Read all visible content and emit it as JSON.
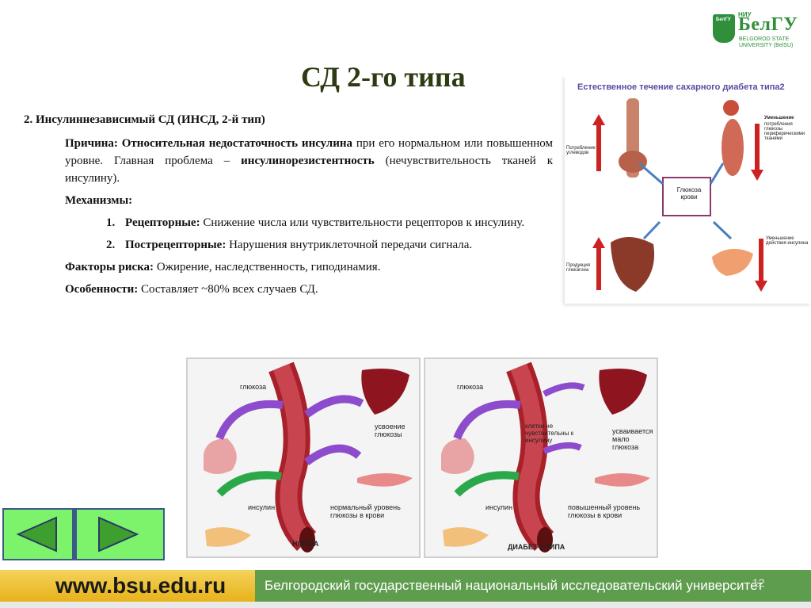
{
  "logo": {
    "shield_text": "БелГУ",
    "niu": "НИУ",
    "name": "БелГУ",
    "line1": "BELGOROD STATE",
    "line2": "UNIVERSITY (BelSU)"
  },
  "title": "СД 2-го типа",
  "content": {
    "heading": "2. Инсулиннезависимый СД (ИНСД, 2-й тип)",
    "cause_label": "Причина:",
    "cause_bold": "Относительная недостаточность инсулина",
    "cause_text": " при его нормальном или повышенном уровне. Главная проблема – ",
    "cause_bold2": "инсулинорезистентность",
    "cause_tail": " (нечувствительность тканей к инсулину).",
    "mech_label": "Механизмы:",
    "mech": [
      {
        "num": "1.",
        "label": "Рецепторные:",
        "text": " Снижение числа или чувствительности рецепторов к инсулину."
      },
      {
        "num": "2.",
        "label": "Пострецепторные:",
        "text": " Нарушения внутриклеточной передачи сигнала."
      }
    ],
    "risk_label": "Факторы риска:",
    "risk_text": " Ожирение, наследственность, гиподинамия.",
    "feat_label": "Особенности:",
    "feat_text": " Составляет ~80% всех случаев СД."
  },
  "top_image": {
    "header": "Естественное течение  сахарного диабета типа2",
    "center": "Глюкоза крови",
    "left_top": "Потребление углеводов",
    "left_bottom": "Продукция глюкагона",
    "right_top_bold": "Уменьшение",
    "right_top": "потребления глюкозы периферическими тканями",
    "right_bottom": "Уменьшение действия инсулина"
  },
  "panel_norm": {
    "glucose": "глюкоза",
    "insulin": "инсулин",
    "uptake": "усвоение глюкозы",
    "level": "нормальный уровень глюкозы в крови",
    "caption": "НОРМА"
  },
  "panel_dm": {
    "glucose": "глюкоза",
    "insulin": "инсулин",
    "cells": "клетки не чувствительны к инсулину",
    "uptake": "усваивается мало глюкоза",
    "level": "повышенный уровень глюкозы в крови",
    "caption": "ДИАБЕТ 2 ТИПА"
  },
  "footer": {
    "url": "www.bsu.edu.ru",
    "name": "Белгородский государственный национальный исследовательский университет",
    "page": "12"
  },
  "colors": {
    "title": "#2d3a12",
    "footer_green": "#5f9d4e",
    "footer_yellow": "#e8b21a",
    "nav_green": "#7cf36a"
  }
}
